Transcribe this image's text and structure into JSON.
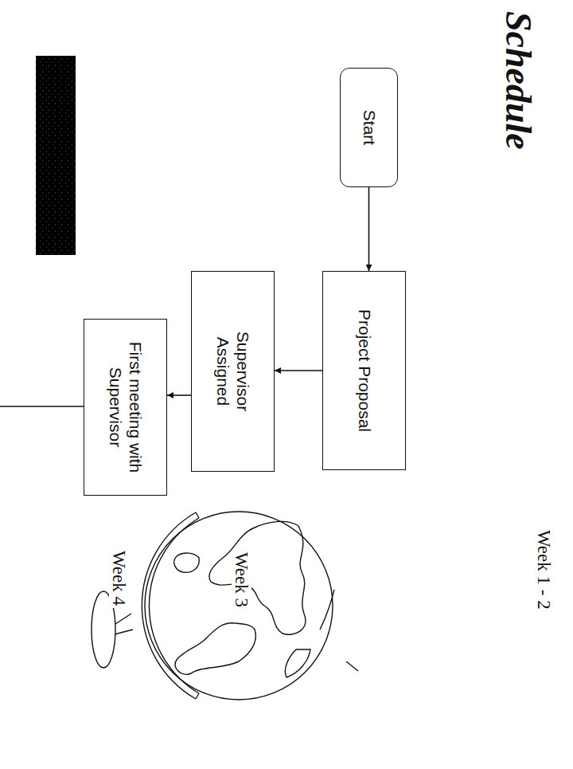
{
  "diagram": {
    "title": "Schedule",
    "nodes": [
      {
        "text": [
          "Start"
        ]
      },
      {
        "text": [
          "Project Proposal"
        ]
      },
      {
        "text": [
          "Supervisor Assigned"
        ]
      },
      {
        "text": [
          "First meeting with Supervisor"
        ]
      }
    ],
    "edges": [
      {
        "from": 0,
        "to": 1,
        "arrow": "to"
      },
      {
        "from": 1,
        "to": 2,
        "arrow": "to"
      },
      {
        "from": 2,
        "to": 3,
        "arrow": "to"
      }
    ],
    "labels": [
      "Week 1 - 2",
      "Week 3",
      "Week 4"
    ]
  }
}
